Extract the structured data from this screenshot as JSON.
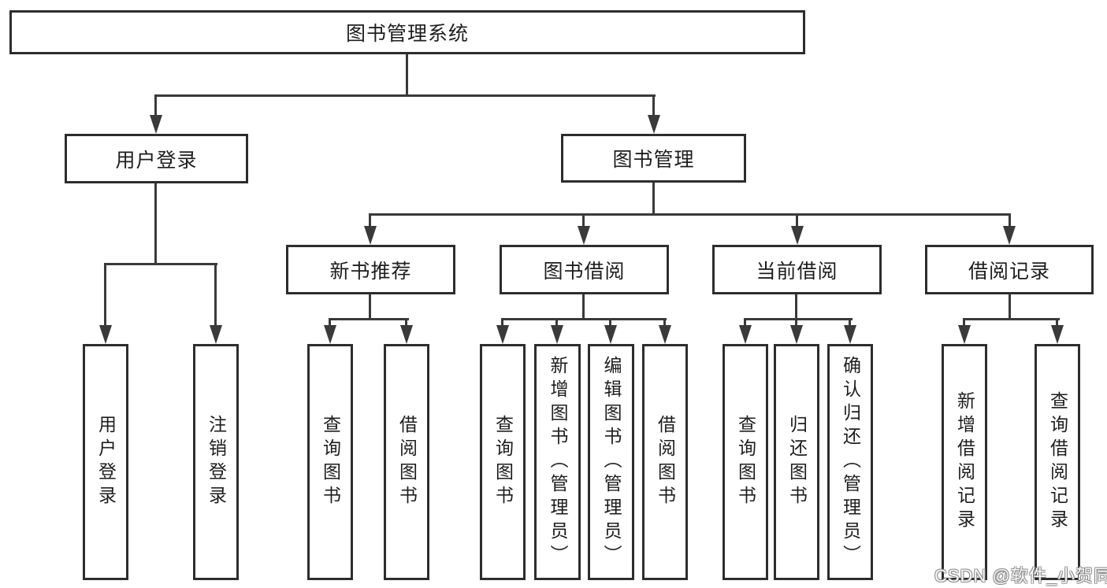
{
  "diagram": {
    "type": "hierarchy-tree",
    "tree": {
      "root": {
        "label": "图书管理系统",
        "children": [
          {
            "label": "用户登录",
            "children": [
              {
                "label": "用户登录"
              },
              {
                "label": "注销登录"
              }
            ]
          },
          {
            "label": "图书管理",
            "children": [
              {
                "label": "新书推荐",
                "children": [
                  {
                    "label": "查询图书"
                  },
                  {
                    "label": "借阅图书"
                  }
                ]
              },
              {
                "label": "图书借阅",
                "children": [
                  {
                    "label": "查询图书"
                  },
                  {
                    "label": "新增图书（管理员）"
                  },
                  {
                    "label": "编辑图书（管理员）"
                  },
                  {
                    "label": "借阅图书"
                  }
                ]
              },
              {
                "label": "当前借阅",
                "children": [
                  {
                    "label": "查询图书"
                  },
                  {
                    "label": "归还图书"
                  },
                  {
                    "label": "确认归还（管理员）"
                  }
                ]
              },
              {
                "label": "借阅记录",
                "children": [
                  {
                    "label": "新增借阅记录"
                  },
                  {
                    "label": "查询借阅记录"
                  }
                ]
              }
            ]
          }
        ]
      }
    },
    "colors": {
      "box_border": "#2d2d2d",
      "connector_line": "#3a3a3a",
      "text": "#1e1e1e",
      "background": "#ffffff",
      "watermark_text": "#ffffff"
    }
  },
  "watermark": {
    "text": "CSDN @软件_小贺同学"
  }
}
